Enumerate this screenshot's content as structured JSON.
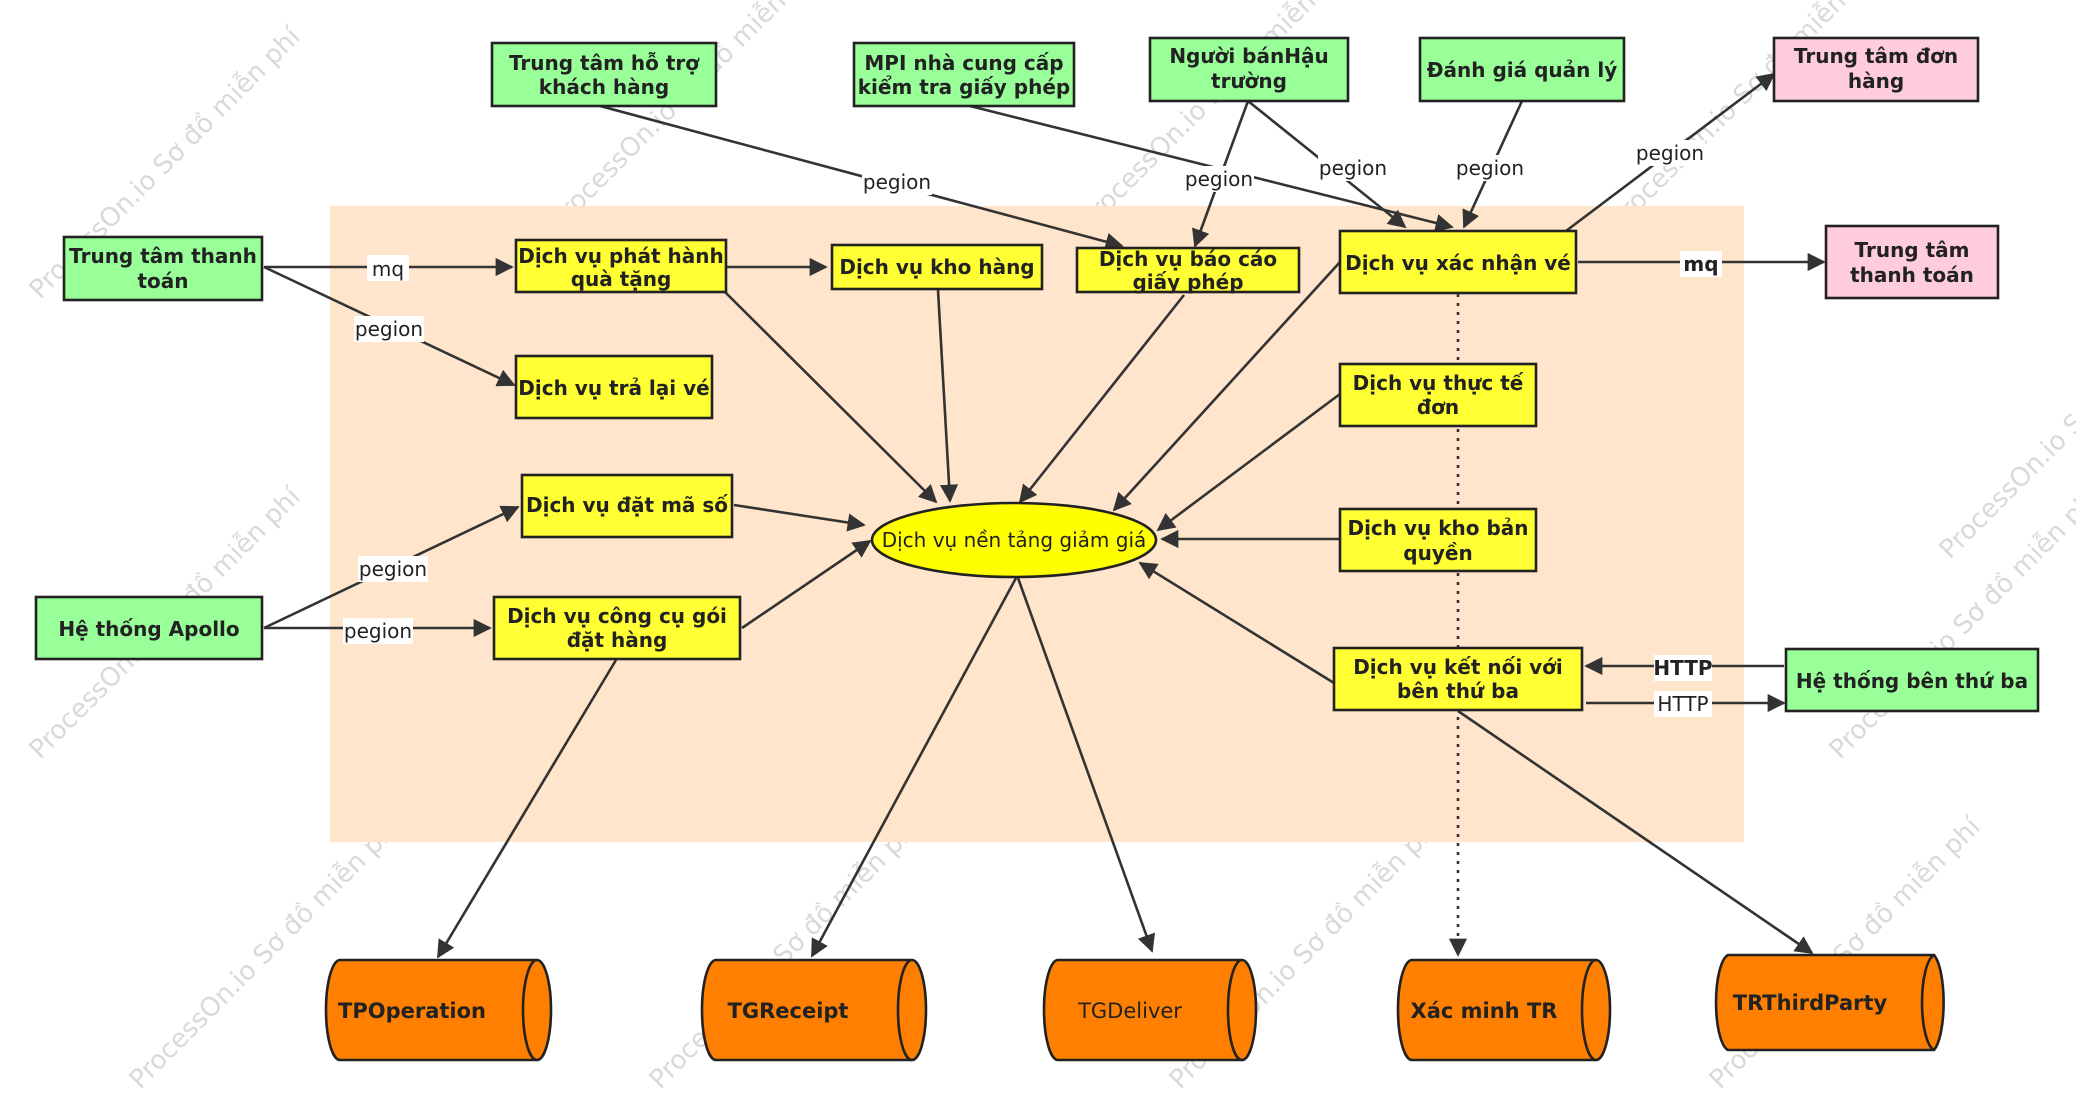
{
  "colors": {
    "external_node": "#99ff99",
    "internal_node": "#ffff33",
    "pink_node": "#ffccdd",
    "database": "#ff7f00",
    "group_background": "#ffe5cc",
    "edge": "#333333"
  },
  "watermark": "ProcessOn.io Sơ đồ miễn phí",
  "nodes": {
    "support_center": "Trung tâm hỗ trợ khách hàng",
    "mpi_provider": "MPI nhà cung cấp kiểm tra giấy phép",
    "seller_backstage": "Người bánHậu trường",
    "management_eval": "Đánh giá quản lý",
    "order_center": "Trung tâm đơn hàng",
    "payment_center_left": "Trung tâm thanh toán",
    "gift_issue": "Dịch vụ phát hành quà tặng",
    "warehouse": "Dịch vụ kho hàng",
    "license_report": "Dịch vụ báo cáo giấy phép",
    "ticket_confirm": "Dịch vụ xác nhận vé",
    "payment_center_right": "Trung tâm thanh toán",
    "ticket_return": "Dịch vụ trả lại vé",
    "actual_order": "Dịch vụ thực tế đơn",
    "code_booking": "Dịch vụ đặt mã số",
    "discount_platform": "Dịch vụ nền tảng giảm giá",
    "copyright_store": "Dịch vụ kho bản quyền",
    "apollo": "Hệ thống Apollo",
    "package_tool": "Dịch vụ công cụ gói đặt hàng",
    "third_party_connect": "Dịch vụ kết nối với bên thứ ba",
    "third_party_system": "Hệ thống bên thứ ba"
  },
  "databases": {
    "tpoperation": "TPOperation",
    "tgreceipt": "TGReceipt",
    "tgdeliver": "TGDeliver",
    "tr_verify": "Xác minh TR",
    "trthirdparty": "TRThirdParty"
  },
  "edge_labels": {
    "mq": "mq",
    "pegion": "pegion",
    "http": "HTTP"
  }
}
